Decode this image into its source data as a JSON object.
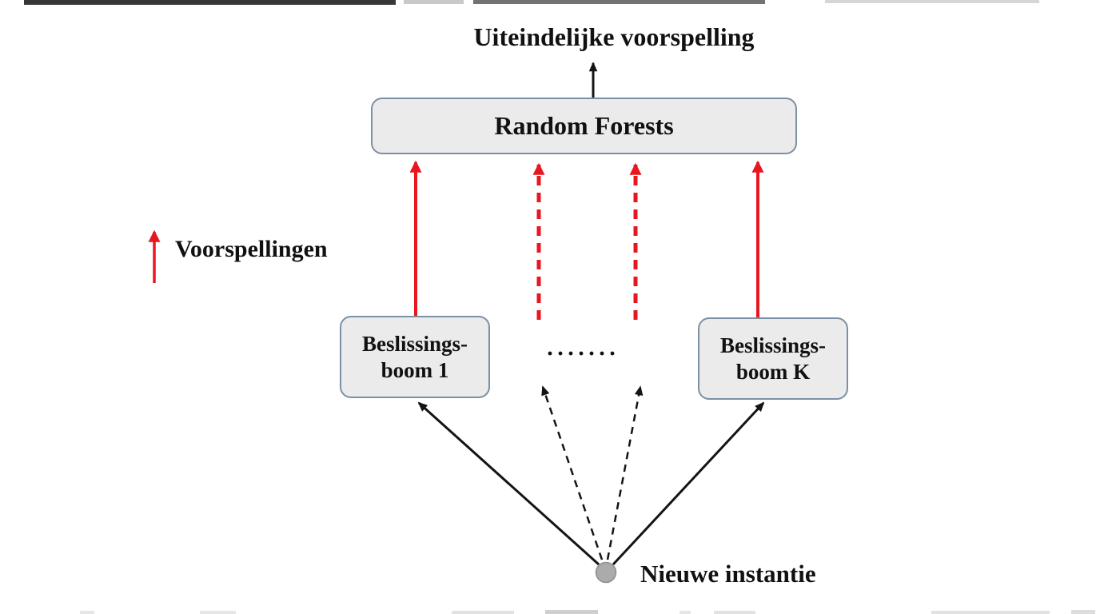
{
  "diagram": {
    "title": "Uiteindelijke voorspelling",
    "forest_box_label": "Random Forests",
    "tree1": {
      "line1": "Beslissings-",
      "line2": "boom 1"
    },
    "treeK": {
      "line1": "Beslissings-",
      "line2": "boom K"
    },
    "ellipsis_dots": "·······",
    "instance_label": "Nieuwe instantie",
    "legend": {
      "label": "Voorspellingen"
    },
    "colors": {
      "prediction_arrow": "#E8171F",
      "flow_arrow": "#141414",
      "box_fill": "#ECEBEB",
      "box_border": "#7C90A5",
      "node_fill": "#ABABAB",
      "node_border": "#8F8F8F",
      "text": "#111111"
    }
  }
}
